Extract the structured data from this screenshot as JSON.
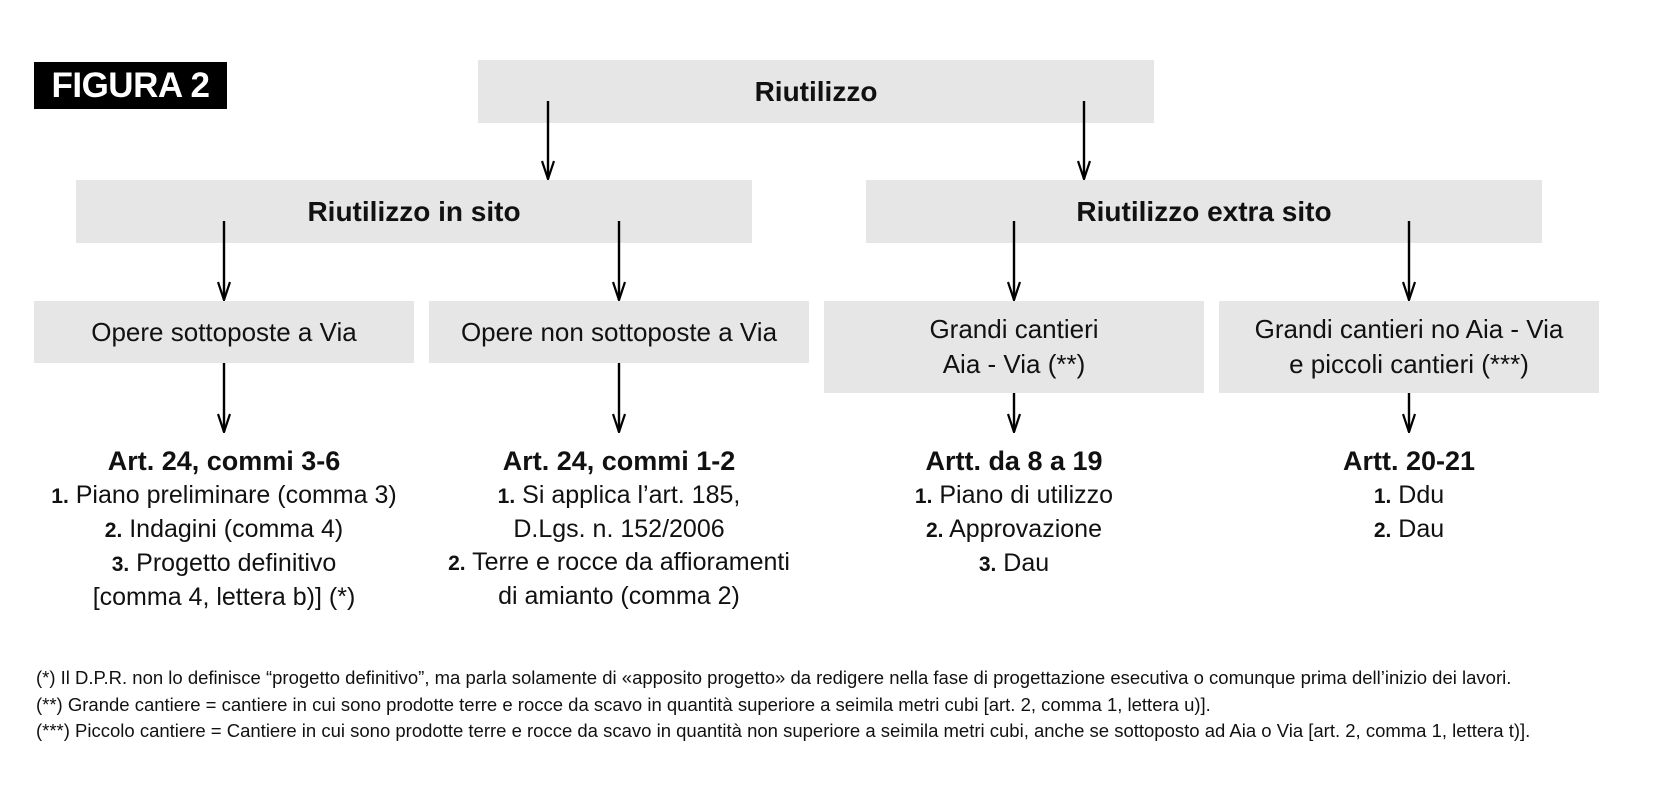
{
  "figure_label": "FIGURA 2",
  "root": "Riutilizzo",
  "level1": [
    "Riutilizzo in sito",
    "Riutilizzo extra sito"
  ],
  "level2": [
    [
      "Opere sottoposte a Via"
    ],
    [
      "Opere non sottoposte a Via"
    ],
    [
      "Grandi cantieri",
      "Aia - Via (**)"
    ],
    [
      "Grandi cantieri no Aia - Via",
      "e piccoli cantieri (***)"
    ]
  ],
  "details": [
    {
      "title": "Art. 24, commi 3-6",
      "items": [
        {
          "num": "1.",
          "lines": [
            "Piano preliminare (comma 3)"
          ]
        },
        {
          "num": "2.",
          "lines": [
            "Indagini (comma 4)"
          ]
        },
        {
          "num": "3.",
          "lines": [
            "Progetto definitivo",
            "[comma 4, lettera b)] (*)"
          ]
        }
      ]
    },
    {
      "title": "Art. 24, commi 1-2",
      "items": [
        {
          "num": "1.",
          "lines": [
            "Si applica l’art. 185,",
            "D.Lgs. n. 152/2006"
          ]
        },
        {
          "num": "2.",
          "lines": [
            "Terre e rocce da affioramenti",
            "di amianto (comma 2)"
          ]
        }
      ]
    },
    {
      "title": "Artt. da 8 a 19",
      "items": [
        {
          "num": "1.",
          "lines": [
            "Piano di utilizzo"
          ]
        },
        {
          "num": "2.",
          "lines": [
            "Approvazione"
          ]
        },
        {
          "num": "3.",
          "lines": [
            "Dau"
          ]
        }
      ]
    },
    {
      "title": "Artt. 20-21",
      "items": [
        {
          "num": "1.",
          "lines": [
            "Ddu"
          ]
        },
        {
          "num": "2.",
          "lines": [
            "Dau"
          ]
        }
      ]
    }
  ],
  "footnotes": [
    "(*) Il D.P.R. non lo definisce “progetto definitivo”, ma parla solamente di «apposito progetto» da redigere nella fase di progettazione esecutiva o comunque prima dell’inizio dei lavori.",
    "(**) Grande cantiere = cantiere in cui sono prodotte terre e rocce da scavo in quantità superiore a seimila metri cubi [art. 2, comma 1, lettera u)].",
    "(***) Piccolo cantiere = Cantiere in cui sono prodotte terre e rocce da scavo in quantità non superiore a seimila metri cubi, anche se sottoposto ad Aia o Via [art. 2, comma 1, lettera t)]."
  ]
}
